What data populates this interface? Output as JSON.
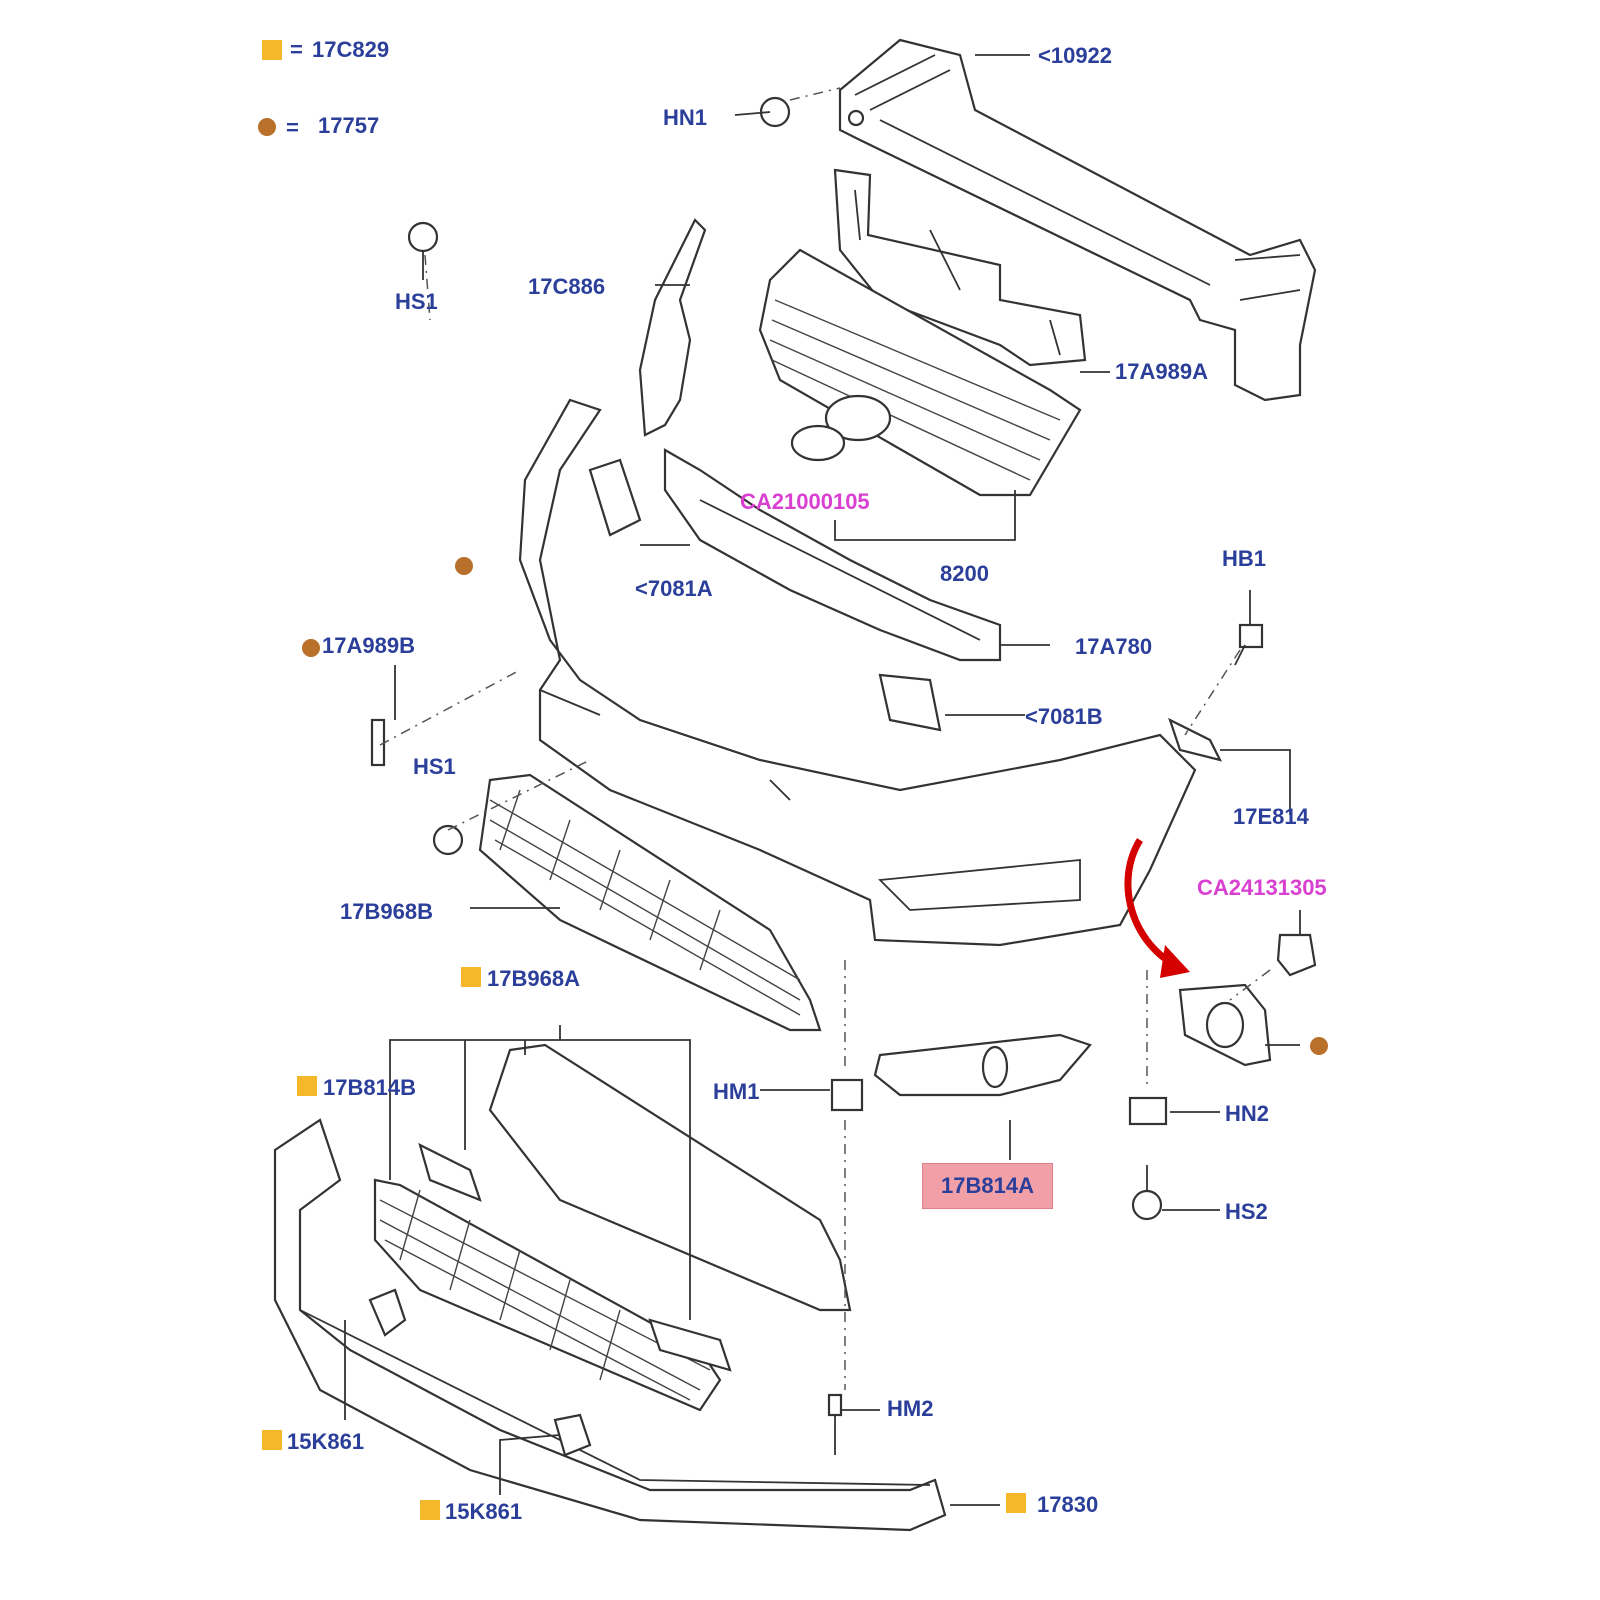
{
  "legend": {
    "square_label": "17C829",
    "circle_label": "17757",
    "square_color": "#f4b82a",
    "circle_color": "#b8702a"
  },
  "labels": {
    "l10922": "<10922",
    "hn1": "HN1",
    "hs1_top": "HS1",
    "l17c886": "17C886",
    "l17a989a": "17A989A",
    "ca21000105": "CA21000105",
    "l8200": "8200",
    "l7081a": "<7081A",
    "hb1": "HB1",
    "l17a780": "17A780",
    "l17a989b": "17A989B",
    "l7081b": "<7081B",
    "hs1_mid": "HS1",
    "l17e814": "17E814",
    "ca24131305": "CA24131305",
    "l17b968b": "17B968B",
    "l17b968a": "17B968A",
    "l17b814b": "17B814B",
    "hm1": "HM1",
    "l17b814a": "17B814A",
    "hn2": "HN2",
    "hs2": "HS2",
    "hm2": "HM2",
    "l15k861_a": "15K861",
    "l15k861_b": "15K861",
    "l17830": "17830"
  },
  "colors": {
    "label_text": "#2b3f9a",
    "reference_text": "#d93fd0",
    "highlight_fill": "#f2a0a8",
    "arrow": "#d40000"
  }
}
